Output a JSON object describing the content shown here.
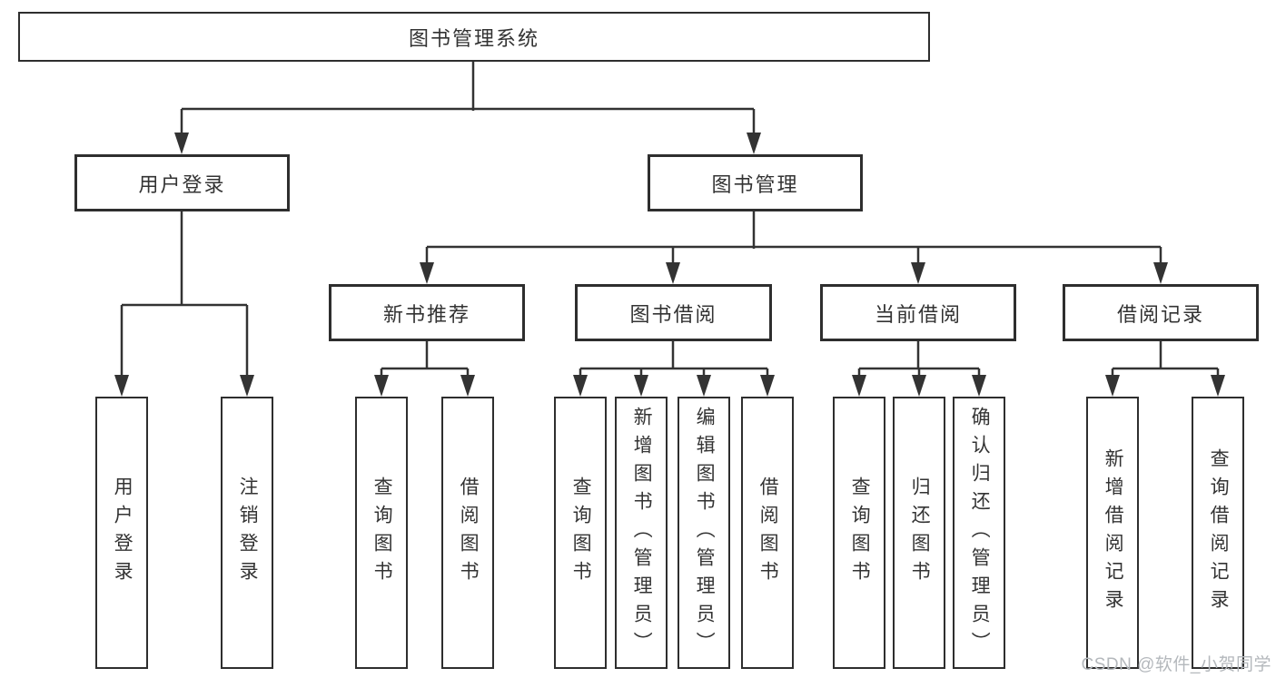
{
  "diagram": {
    "root": {
      "label": "图书管理系统"
    },
    "user_branch": {
      "label": "用户登录",
      "leaves": [
        {
          "label": "用户登录"
        },
        {
          "label": "注销登录"
        }
      ]
    },
    "book_branch": {
      "label": "图书管理",
      "sections": [
        {
          "label": "新书推荐",
          "leaves": [
            {
              "label": "查询图书"
            },
            {
              "label": "借阅图书"
            }
          ]
        },
        {
          "label": "图书借阅",
          "leaves": [
            {
              "label": "查询图书"
            },
            {
              "label": "新增图书（管理员）"
            },
            {
              "label": "编辑图书（管理员）"
            },
            {
              "label": "借阅图书"
            }
          ]
        },
        {
          "label": "当前借阅",
          "leaves": [
            {
              "label": "查询图书"
            },
            {
              "label": "归还图书"
            },
            {
              "label": "确认归还（管理员）"
            }
          ]
        },
        {
          "label": "借阅记录",
          "leaves": [
            {
              "label": "新增借阅记录"
            },
            {
              "label": "查询借阅记录"
            }
          ]
        }
      ]
    },
    "watermark": "CSDN @软件_小贺同学",
    "colors": {
      "line": "#333333",
      "border": "#2e2e2e",
      "text": "#333333",
      "background": "#ffffff",
      "watermark": "#b4b8bc"
    }
  }
}
